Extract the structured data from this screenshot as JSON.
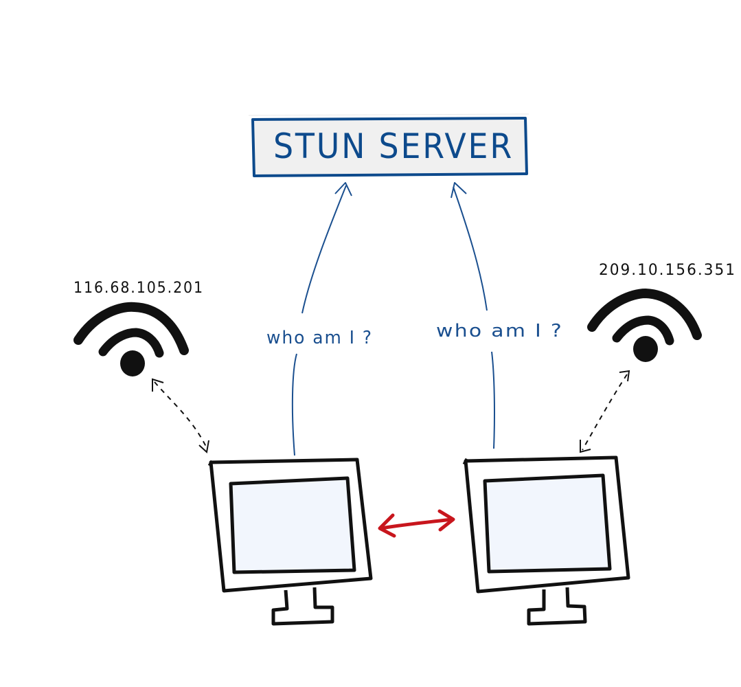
{
  "server": {
    "title": "STUN SERVER",
    "color": "#0d4a8c",
    "fill": "#f0f0f0"
  },
  "clients": [
    {
      "ip": "116.68.105.201",
      "question": "who am I ?"
    },
    {
      "ip": "209.10.156.351",
      "question": "who am I ?"
    }
  ],
  "colors": {
    "ink": "#111111",
    "blue_ink": "#1a4f8f",
    "peer_link": "#c8161d",
    "screen_fill": "#f2f6fd"
  },
  "icons": [
    "wifi-icon",
    "monitor-icon",
    "dashed-double-arrow",
    "peer-double-arrow"
  ]
}
